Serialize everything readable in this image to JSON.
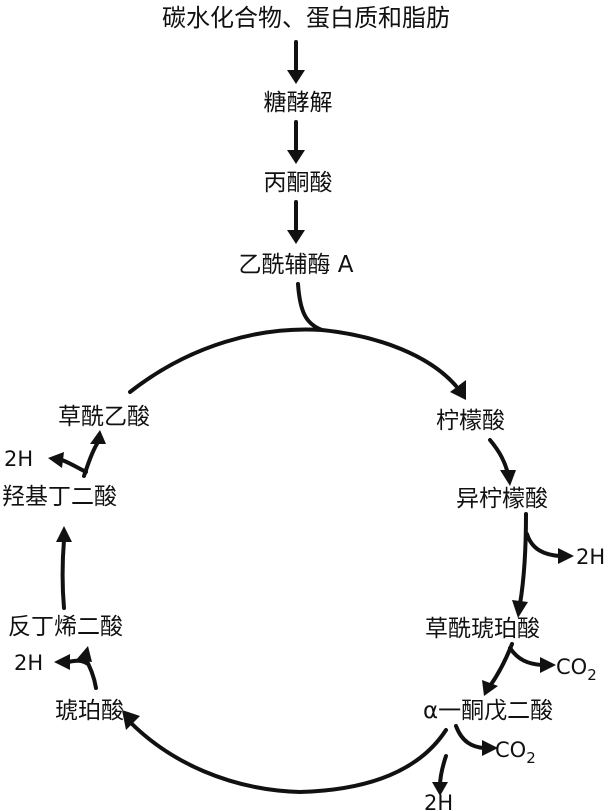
{
  "top": {
    "sources": "碳水化合物、蛋白质和脂肪",
    "glycolysis": "糖酵解",
    "pyruvate": "丙酮酸",
    "acetyl_coa": "乙酰辅酶 A"
  },
  "cycle": {
    "citrate": "柠檬酸",
    "isocitrate": "异柠檬酸",
    "oxalosuccinate": "草酰琥珀酸",
    "alpha_ketoglutarate": "α一酮戊二酸",
    "succinate": "琥珀酸",
    "fumarate": "反丁烯二酸",
    "malate": "羟基丁二酸",
    "oxaloacetate": "草酰乙酸"
  },
  "products": {
    "two_h": "2H",
    "co2_main": "CO",
    "co2_sub": "2"
  }
}
